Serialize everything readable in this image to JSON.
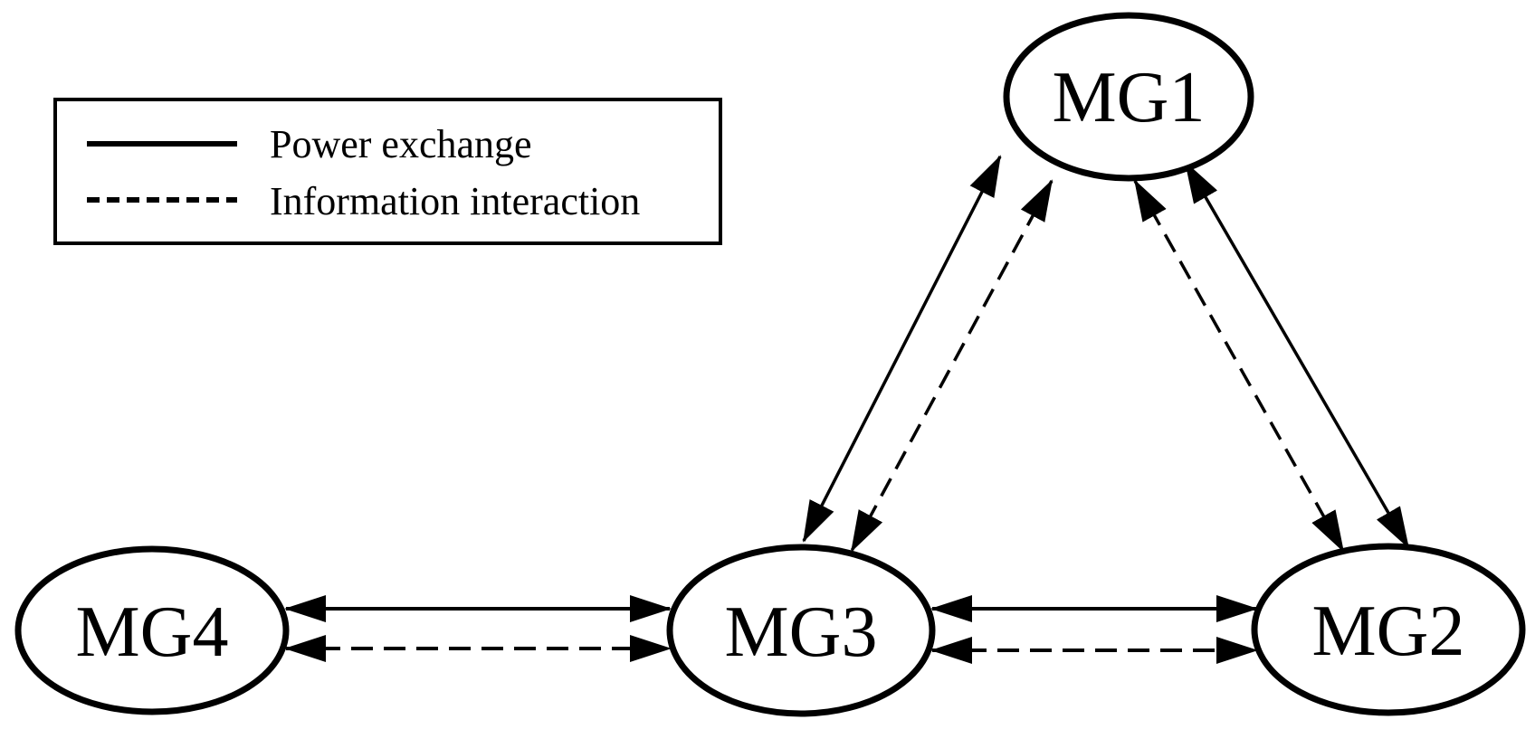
{
  "legend": {
    "items": [
      {
        "label": "Power exchange",
        "style": "solid"
      },
      {
        "label": "Information interaction",
        "style": "dashed"
      }
    ]
  },
  "nodes": [
    {
      "id": "MG1",
      "label": "MG1"
    },
    {
      "id": "MG2",
      "label": "MG2"
    },
    {
      "id": "MG3",
      "label": "MG3"
    },
    {
      "id": "MG4",
      "label": "MG4"
    }
  ],
  "edges": [
    {
      "from": "MG1",
      "to": "MG3",
      "type": "power",
      "direction": "bidirectional"
    },
    {
      "from": "MG1",
      "to": "MG3",
      "type": "information",
      "direction": "bidirectional"
    },
    {
      "from": "MG1",
      "to": "MG2",
      "type": "power",
      "direction": "bidirectional"
    },
    {
      "from": "MG1",
      "to": "MG2",
      "type": "information",
      "direction": "bidirectional"
    },
    {
      "from": "MG4",
      "to": "MG3",
      "type": "power",
      "direction": "bidirectional"
    },
    {
      "from": "MG4",
      "to": "MG3",
      "type": "information",
      "direction": "bidirectional"
    },
    {
      "from": "MG3",
      "to": "MG2",
      "type": "power",
      "direction": "bidirectional"
    },
    {
      "from": "MG3",
      "to": "MG2",
      "type": "information",
      "direction": "bidirectional"
    }
  ],
  "colors": {
    "stroke": "#000000",
    "background": "#ffffff"
  }
}
